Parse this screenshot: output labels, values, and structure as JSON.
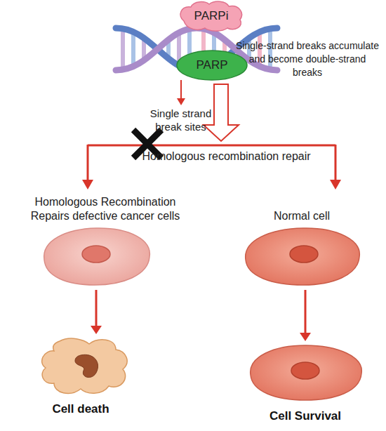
{
  "diagram": {
    "nodes": [
      {
        "text": [
          "PARPi"
        ]
      },
      {
        "text": [
          "PARP"
        ]
      },
      {
        "text": [
          "Homologous Recombination Repairs defective cancer cells"
        ]
      },
      {
        "text": [
          "Normal cell"
        ]
      },
      {
        "text": [
          "Cell death"
        ]
      },
      {
        "text": [
          "Cell Survival"
        ]
      }
    ],
    "edges": [
      {
        "from": 2,
        "to": 4,
        "arrow": "to"
      },
      {
        "from": 3,
        "to": 5,
        "arrow": "to"
      }
    ],
    "labels": [
      "Single strand break sites",
      "Single-strand breaks accumulate and become double-strand breaks",
      "Homologous recombination repair"
    ]
  }
}
